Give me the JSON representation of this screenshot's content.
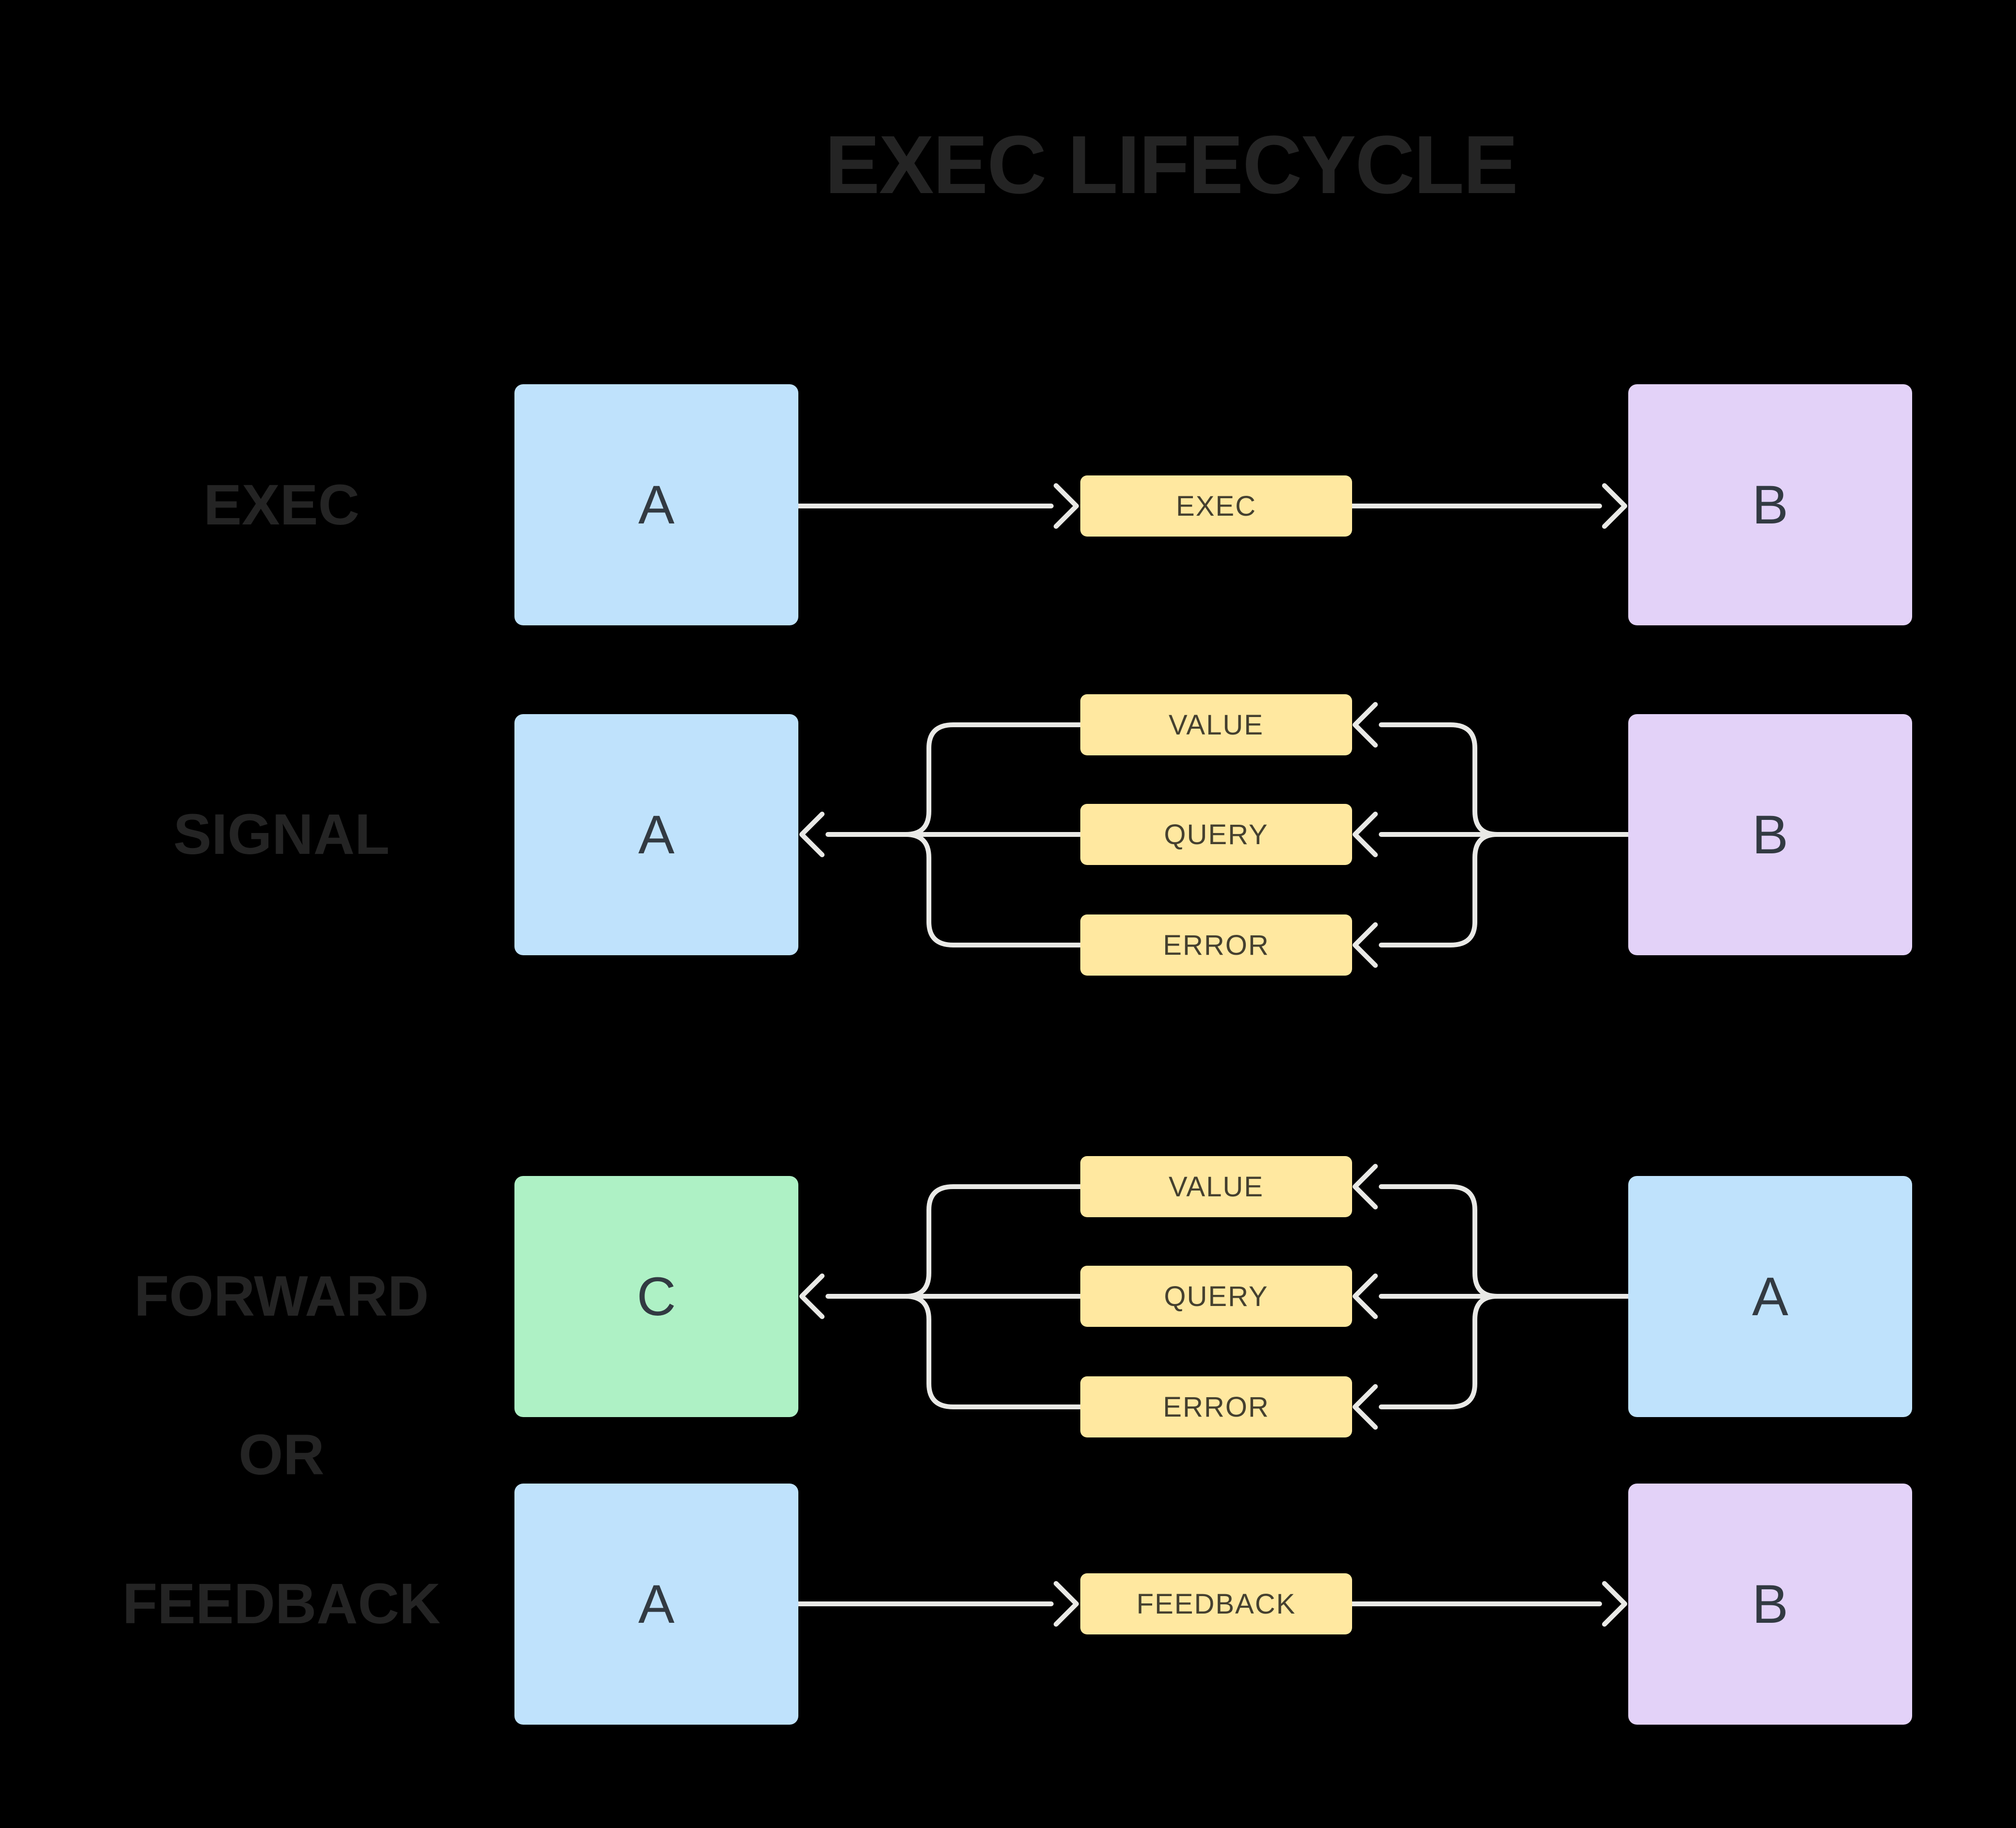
{
  "title": "EXEC LIFECYCLE",
  "or_label": "OR",
  "palette": {
    "background": "#000000",
    "muted_label_text": "#242424",
    "arrow": "#e9e9e6",
    "pill_fill": "#ffe8a0",
    "pill_text": "#45402f",
    "box_text": "#323a42",
    "blue_box_fill": "#bfe2fc",
    "purple_box_fill": "#e3d2f8",
    "green_box_fill": "#aef1c5"
  },
  "rows": [
    {
      "label": "EXEC",
      "flow": "left-to-right",
      "left_box": {
        "letter": "A",
        "color": "blue"
      },
      "pills": [
        {
          "label": "EXEC"
        }
      ],
      "right_box": {
        "letter": "B",
        "color": "purple"
      }
    },
    {
      "label": "SIGNAL",
      "flow": "right-to-left",
      "left_box": {
        "letter": "A",
        "color": "blue"
      },
      "pills": [
        {
          "label": "VALUE"
        },
        {
          "label": "QUERY"
        },
        {
          "label": "ERROR"
        }
      ],
      "right_box": {
        "letter": "B",
        "color": "purple"
      }
    },
    {
      "label": "FORWARD",
      "flow": "right-to-left",
      "left_box": {
        "letter": "C",
        "color": "green"
      },
      "pills": [
        {
          "label": "VALUE"
        },
        {
          "label": "QUERY"
        },
        {
          "label": "ERROR"
        }
      ],
      "right_box": {
        "letter": "A",
        "color": "blue"
      }
    },
    {
      "label": "FEEDBACK",
      "flow": "left-to-right",
      "left_box": {
        "letter": "A",
        "color": "blue"
      },
      "pills": [
        {
          "label": "FEEDBACK"
        }
      ],
      "right_box": {
        "letter": "B",
        "color": "purple"
      }
    }
  ]
}
